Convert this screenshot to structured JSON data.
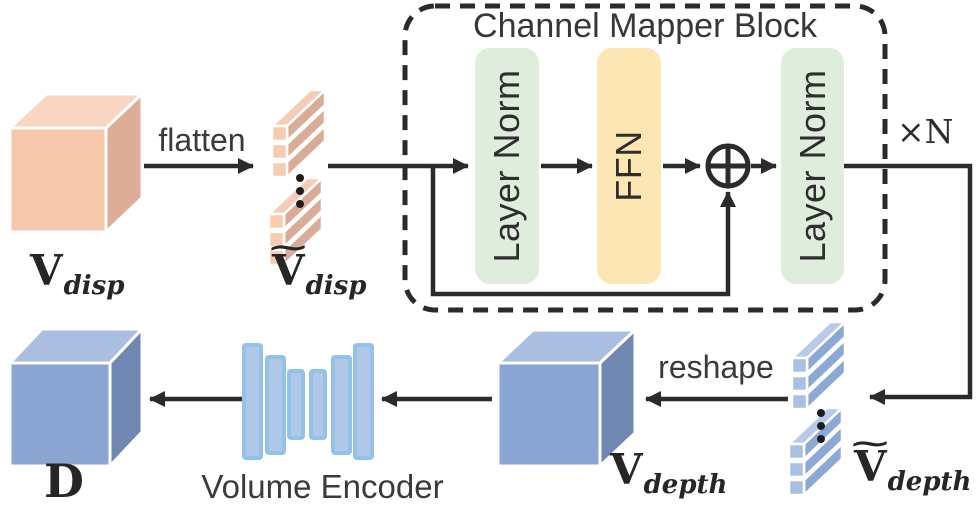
{
  "title": "Channel Mapper Block",
  "block": {
    "layers": [
      {
        "label": "Layer Norm",
        "color": "#DFEEDC"
      },
      {
        "label": "FFN",
        "color": "#FBE6B4"
      },
      {
        "label": "Layer Norm",
        "color": "#DFEEDC"
      }
    ],
    "repeat_label": "×N",
    "sum_operator": "+"
  },
  "arrows": {
    "flatten_label": "flatten",
    "reshape_label": "reshape"
  },
  "encoder": {
    "label": "Volume Encoder"
  },
  "tensors": {
    "v_disp": {
      "base": "V",
      "sub": "disp"
    },
    "v_disp_flat": {
      "tilde": "~",
      "base": "V",
      "sub": "disp"
    },
    "v_depth_flat": {
      "tilde": "~",
      "base": "V",
      "sub": "depth"
    },
    "v_depth": {
      "base": "V",
      "sub": "depth"
    },
    "depth_map": {
      "base": "D",
      "sub": ""
    }
  },
  "ellipsis_symbol": "⋮",
  "colors": {
    "line": "#2B2B2B",
    "dashed_border": "#2A2A2A",
    "salmon_cube_front": "#F6C7AA",
    "salmon_cube_top": "#F8D6C1",
    "salmon_cube_side": "#DDAE97",
    "salmon_bar_end": "#F8CCB0",
    "salmon_bar_long": "#D9AC97",
    "salmon_bar_top": "#F3CDB9",
    "blue_cube_front": "#8AA5D2",
    "blue_cube_top": "#A9BEE1",
    "blue_cube_side": "#6F87B1",
    "blue_bar_end": "#A9C0E4",
    "blue_bar_long": "#8CA8D5",
    "blue_bar_top": "#B7CAE8",
    "green_box": "#DFEEDC",
    "yellow_box": "#FBE6B4",
    "encoder_bar_fill": "#AFC8E9",
    "encoder_bar_stroke": "#94C1E6"
  }
}
